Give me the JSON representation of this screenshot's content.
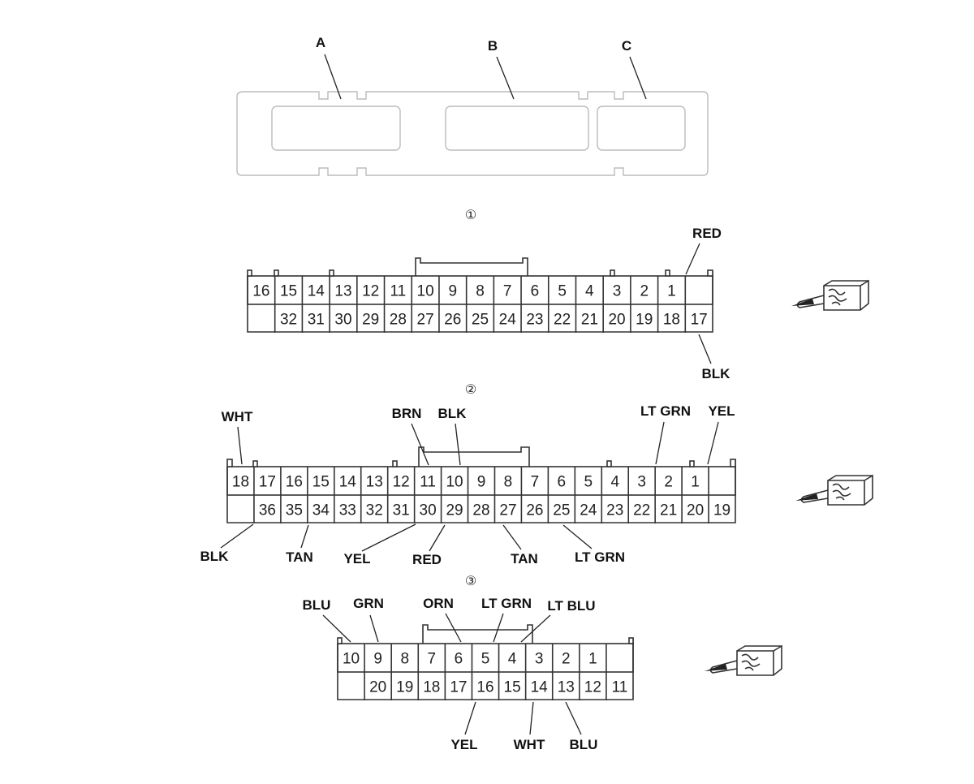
{
  "top": {
    "labels": [
      "A",
      "B",
      "C"
    ]
  },
  "connectors": [
    {
      "number": "①",
      "top_row": [
        "16",
        "15",
        "14",
        "13",
        "12",
        "11",
        "10",
        "9",
        "8",
        "7",
        "6",
        "5",
        "4",
        "3",
        "2",
        "1",
        ""
      ],
      "bottom_row": [
        "",
        "32",
        "31",
        "30",
        "29",
        "28",
        "27",
        "26",
        "25",
        "24",
        "23",
        "22",
        "21",
        "20",
        "19",
        "18",
        "17"
      ],
      "wires": [
        {
          "text": "RED",
          "pin": "1"
        },
        {
          "text": "BLK",
          "pin": "17"
        }
      ]
    },
    {
      "number": "②",
      "top_row": [
        "18",
        "17",
        "16",
        "15",
        "14",
        "13",
        "12",
        "11",
        "10",
        "9",
        "8",
        "7",
        "6",
        "5",
        "4",
        "3",
        "2",
        "1",
        ""
      ],
      "bottom_row": [
        "",
        "36",
        "35",
        "34",
        "33",
        "32",
        "31",
        "30",
        "29",
        "28",
        "27",
        "26",
        "25",
        "24",
        "23",
        "22",
        "21",
        "20",
        "19"
      ],
      "wires": [
        {
          "text": "WHT",
          "pin": "18"
        },
        {
          "text": "BRN",
          "pin": "11"
        },
        {
          "text": "BLK",
          "pin": "10"
        },
        {
          "text": "LT GRN",
          "pin": "3"
        },
        {
          "text": "YEL",
          "pin": "1"
        },
        {
          "text": "BLK",
          "pin": "36"
        },
        {
          "text": "TAN",
          "pin": "34"
        },
        {
          "text": "YEL",
          "pin": "30"
        },
        {
          "text": "RED",
          "pin": "29"
        },
        {
          "text": "TAN",
          "pin": "27"
        },
        {
          "text": "LT GRN",
          "pin": "25"
        }
      ]
    },
    {
      "number": "③",
      "top_row": [
        "10",
        "9",
        "8",
        "7",
        "6",
        "5",
        "4",
        "3",
        "2",
        "1",
        ""
      ],
      "bottom_row": [
        "",
        "20",
        "19",
        "18",
        "17",
        "16",
        "15",
        "14",
        "13",
        "12",
        "11"
      ],
      "wires": [
        {
          "text": "BLU",
          "pin": "10"
        },
        {
          "text": "GRN",
          "pin": "9"
        },
        {
          "text": "ORN",
          "pin": "6"
        },
        {
          "text": "LT GRN",
          "pin": "5"
        },
        {
          "text": "LT BLU",
          "pin": "4"
        },
        {
          "text": "YEL",
          "pin": "16"
        },
        {
          "text": "WHT",
          "pin": "14"
        },
        {
          "text": "BLU",
          "pin": "13"
        }
      ]
    }
  ]
}
